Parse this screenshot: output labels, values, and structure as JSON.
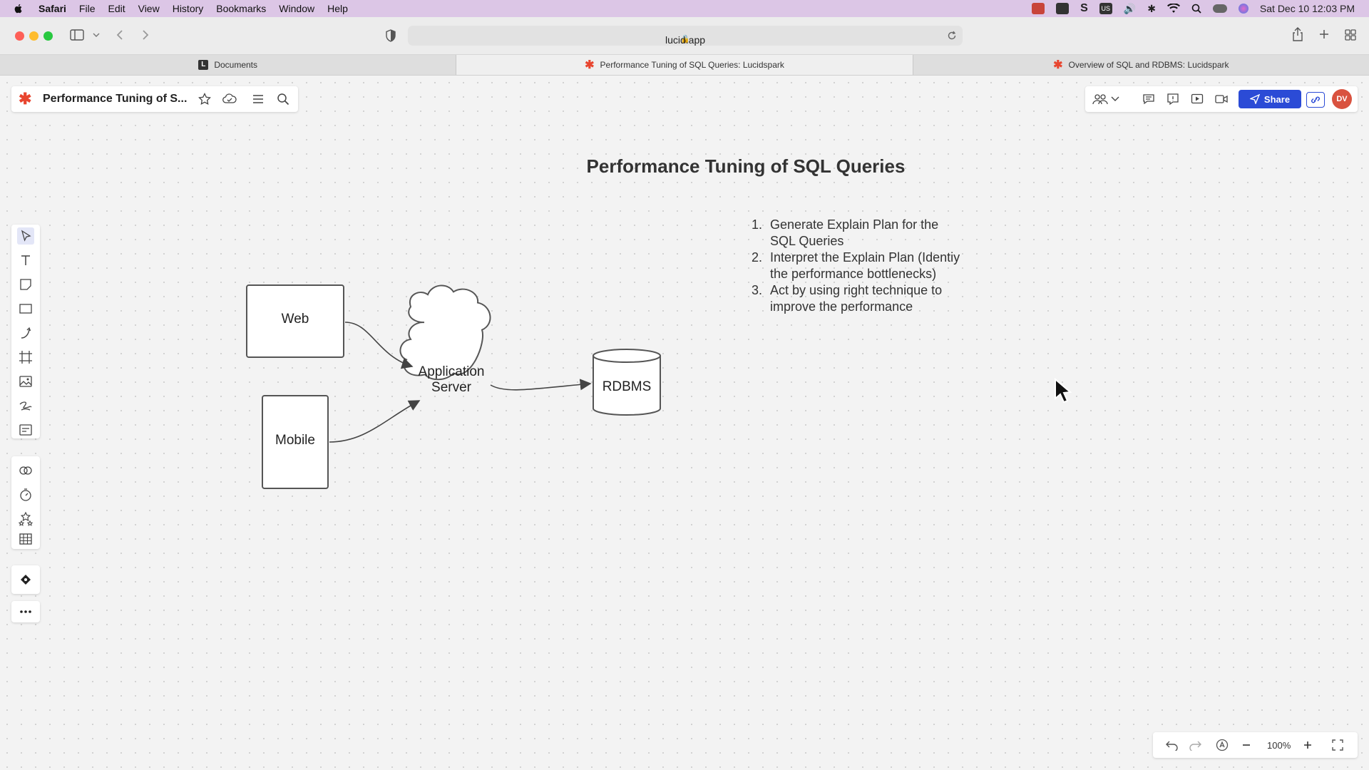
{
  "menubar": {
    "app": "Safari",
    "items": [
      "File",
      "Edit",
      "View",
      "History",
      "Bookmarks",
      "Window",
      "Help"
    ],
    "clock": "Sat Dec 10  12:03 PM",
    "status_icons": [
      "us-flag-icon",
      "volume-icon",
      "bluetooth-icon",
      "wifi-icon",
      "spotlight-icon",
      "control-center-icon",
      "siri-icon"
    ]
  },
  "browser": {
    "url": "lucid.app",
    "tabs": [
      {
        "label": "Documents",
        "icon": "lucid-icon",
        "active": false
      },
      {
        "label": "Performance Tuning of SQL Queries: Lucidspark",
        "icon": "lucidspark-icon",
        "active": true
      },
      {
        "label": "Overview of SQL and RDBMS: Lucidspark",
        "icon": "lucidspark-icon",
        "active": false
      }
    ]
  },
  "app": {
    "doc_title": "Performance Tuning of S...",
    "share_label": "Share",
    "avatar_initials": "DV",
    "zoom": "100%",
    "accent": "#2b4bd6",
    "brand": "#e8452f"
  },
  "board": {
    "heading": "Performance Tuning of SQL Queries",
    "steps": [
      {
        "num": "1.",
        "text": "Generate Explain Plan for the SQL Queries"
      },
      {
        "num": "2.",
        "text": "Interpret the Explain Plan (Identiy the performance bottlenecks)"
      },
      {
        "num": "3.",
        "text": "Act by using right technique to improve the performance"
      }
    ],
    "diagram": {
      "web": "Web",
      "mobile": "Mobile",
      "app_server_line1": "Application",
      "app_server_line2": "Server",
      "rdbms": "RDBMS"
    }
  }
}
